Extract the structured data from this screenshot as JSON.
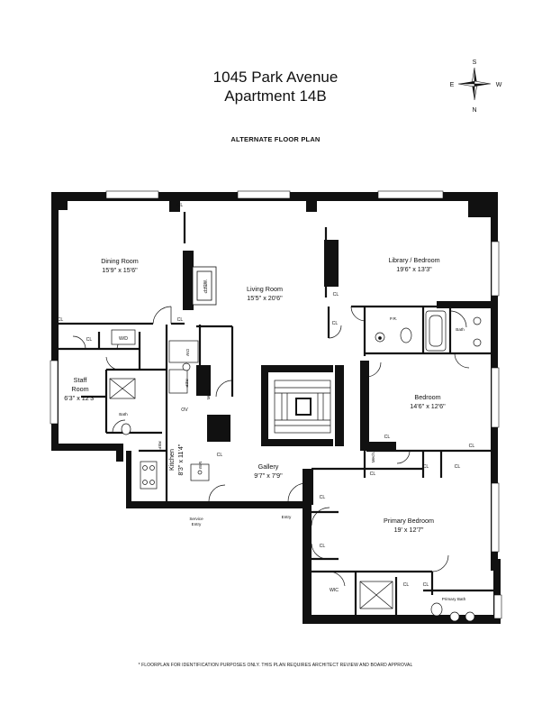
{
  "header": {
    "line1": "1045 Park Avenue",
    "line2": "Apartment 14B",
    "subtitle": "ALTERNATE FLOOR PLAN"
  },
  "compass": {
    "s": "S",
    "e": "E",
    "w": "W",
    "n": "N"
  },
  "rooms": {
    "dining": {
      "name": "Dining Room",
      "dims": "15'9\" x 15'6\""
    },
    "living": {
      "name": "Living Room",
      "dims": "15'5\" x 20'6\""
    },
    "library": {
      "name": "Library / Bedroom",
      "dims": "19'6\" x 13'3\""
    },
    "staff": {
      "name1": "Staff",
      "name2": "Room",
      "dims": "6'3\" x 12'3\""
    },
    "bedroom": {
      "name": "Bedroom",
      "dims": "14'6\" x 12'6\""
    },
    "kitchen": {
      "name": "Kitchen",
      "dims": "8'3\" x 11'4\""
    },
    "gallery": {
      "name": "Gallery",
      "dims": "9'7\" x 7'9\""
    },
    "primary": {
      "name": "Primary Bedroom",
      "dims": "19' x 12'7\""
    }
  },
  "labels": {
    "cl": "CL",
    "wd": "W/D",
    "bath": "Bath",
    "pr": "P.R.",
    "wbfp": "WBFP",
    "mech": "Mech.",
    "ov": "OV",
    "ref": "REF",
    "mw": "MW",
    "dw": "DW",
    "wic": "WIC",
    "primary_bath": "Primary Bath",
    "service_entry_1": "Service",
    "service_entry_2": "Entry",
    "entry": "Entry"
  },
  "footer": "* FLOORPLAN FOR IDENTIFICATION PURPOSES ONLY.  THIS PLAN REQUIRES ARCHITECT REVIEW AND BOARD APPROVAL"
}
